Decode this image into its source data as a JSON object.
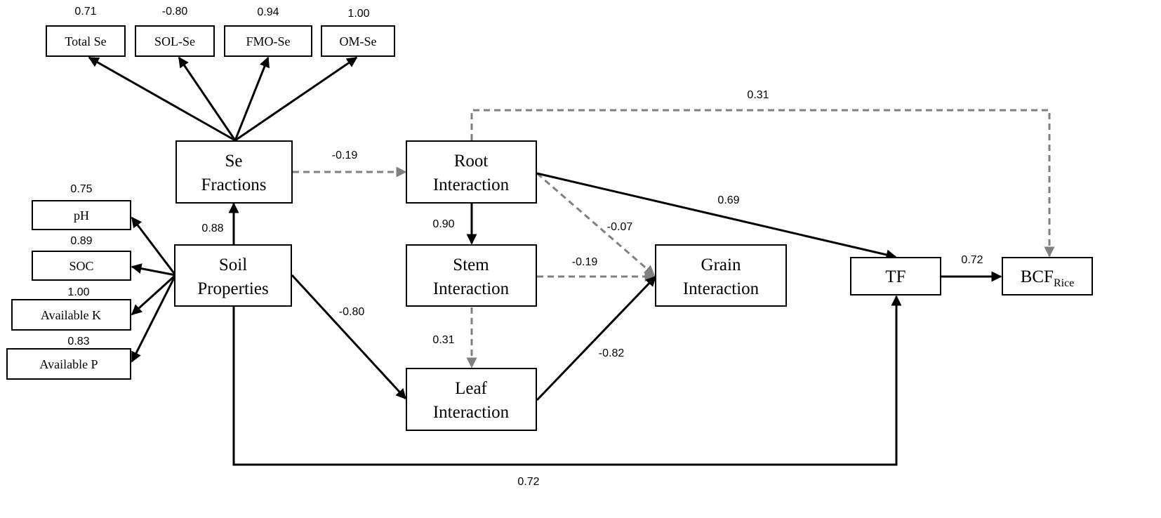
{
  "nodes": {
    "total_se": "Total Se",
    "sol_se": "SOL-Se",
    "fmo_se": "FMO-Se",
    "om_se": "OM-Se",
    "ph": "pH",
    "soc": "SOC",
    "avail_k": "Available K",
    "avail_p": "Available P",
    "se_fractions": [
      "Se",
      "Fractions"
    ],
    "soil_properties": [
      "Soil",
      "Properties"
    ],
    "root": [
      "Root",
      "Interaction"
    ],
    "stem": [
      "Stem",
      "Interaction"
    ],
    "leaf": [
      "Leaf",
      "Interaction"
    ],
    "grain": [
      "Grain",
      "Interaction"
    ],
    "tf": "TF",
    "bcf": {
      "main": "BCF",
      "sub": "Rice"
    }
  },
  "coefficients": {
    "total_se": "0.71",
    "sol_se": "-0.80",
    "fmo_se": "0.94",
    "om_se": "1.00",
    "ph": "0.75",
    "soc": "0.89",
    "avail_k": "1.00",
    "avail_p": "0.83",
    "soil_to_se": "0.88",
    "se_to_root": "-0.19",
    "root_to_bcf": "0.31",
    "root_to_stem": "0.90",
    "root_to_grain": "-0.07",
    "root_to_tf": "0.69",
    "stem_to_grain": "-0.19",
    "stem_to_leaf": "0.31",
    "soil_to_leaf": "-0.80",
    "leaf_to_grain": "-0.82",
    "tf_to_bcf": "0.72",
    "soil_to_tf": "0.72"
  },
  "colors": {
    "significant_path": "#000000",
    "nonsignificant_path": "#808080"
  }
}
